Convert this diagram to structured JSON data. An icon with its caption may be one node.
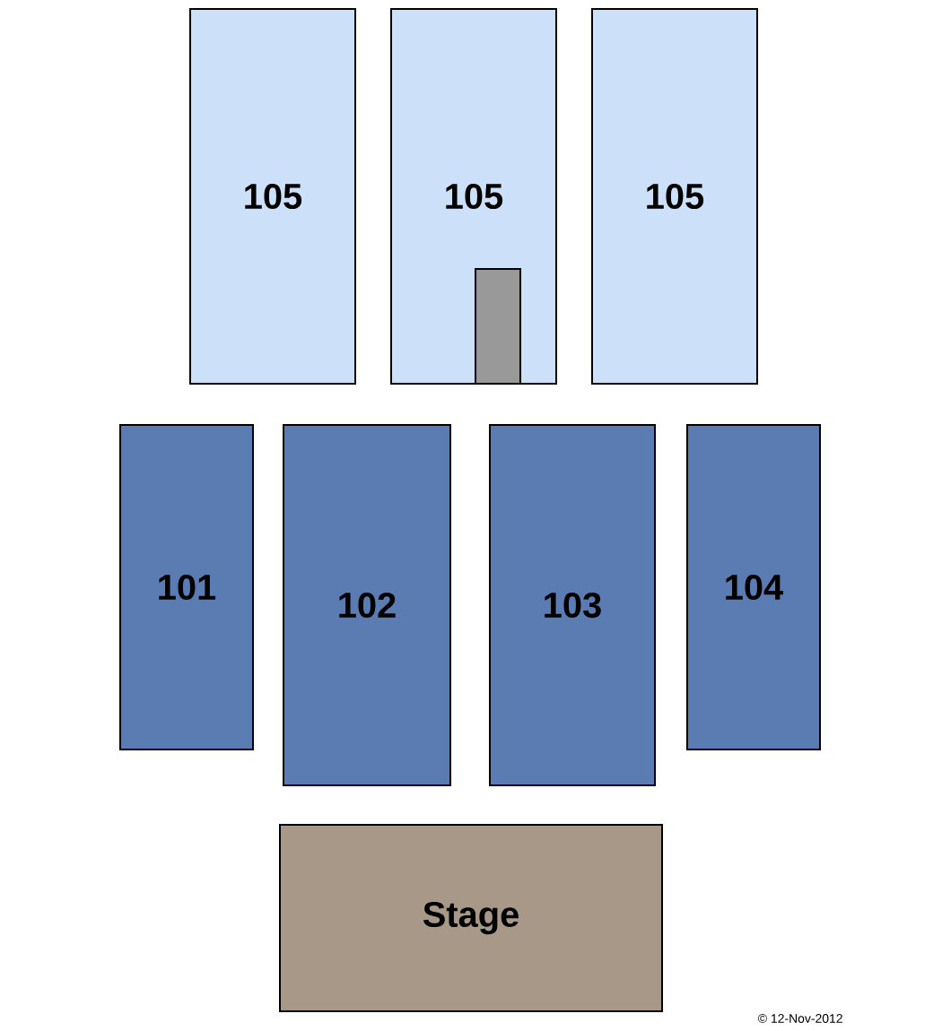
{
  "diagram": {
    "nodes": [
      {
        "text": [
          "105"
        ]
      },
      {
        "text": [
          "105"
        ]
      },
      {
        "text": [],
        "shape": "box",
        "in": 1
      },
      {
        "text": [
          "105"
        ]
      },
      {
        "text": [
          "101"
        ]
      },
      {
        "text": [
          "102"
        ]
      },
      {
        "text": [
          "103"
        ]
      },
      {
        "text": [
          "104"
        ]
      },
      {
        "text": [
          "Stage"
        ]
      }
    ],
    "labels": [
      "© 12-Nov-2012"
    ]
  }
}
